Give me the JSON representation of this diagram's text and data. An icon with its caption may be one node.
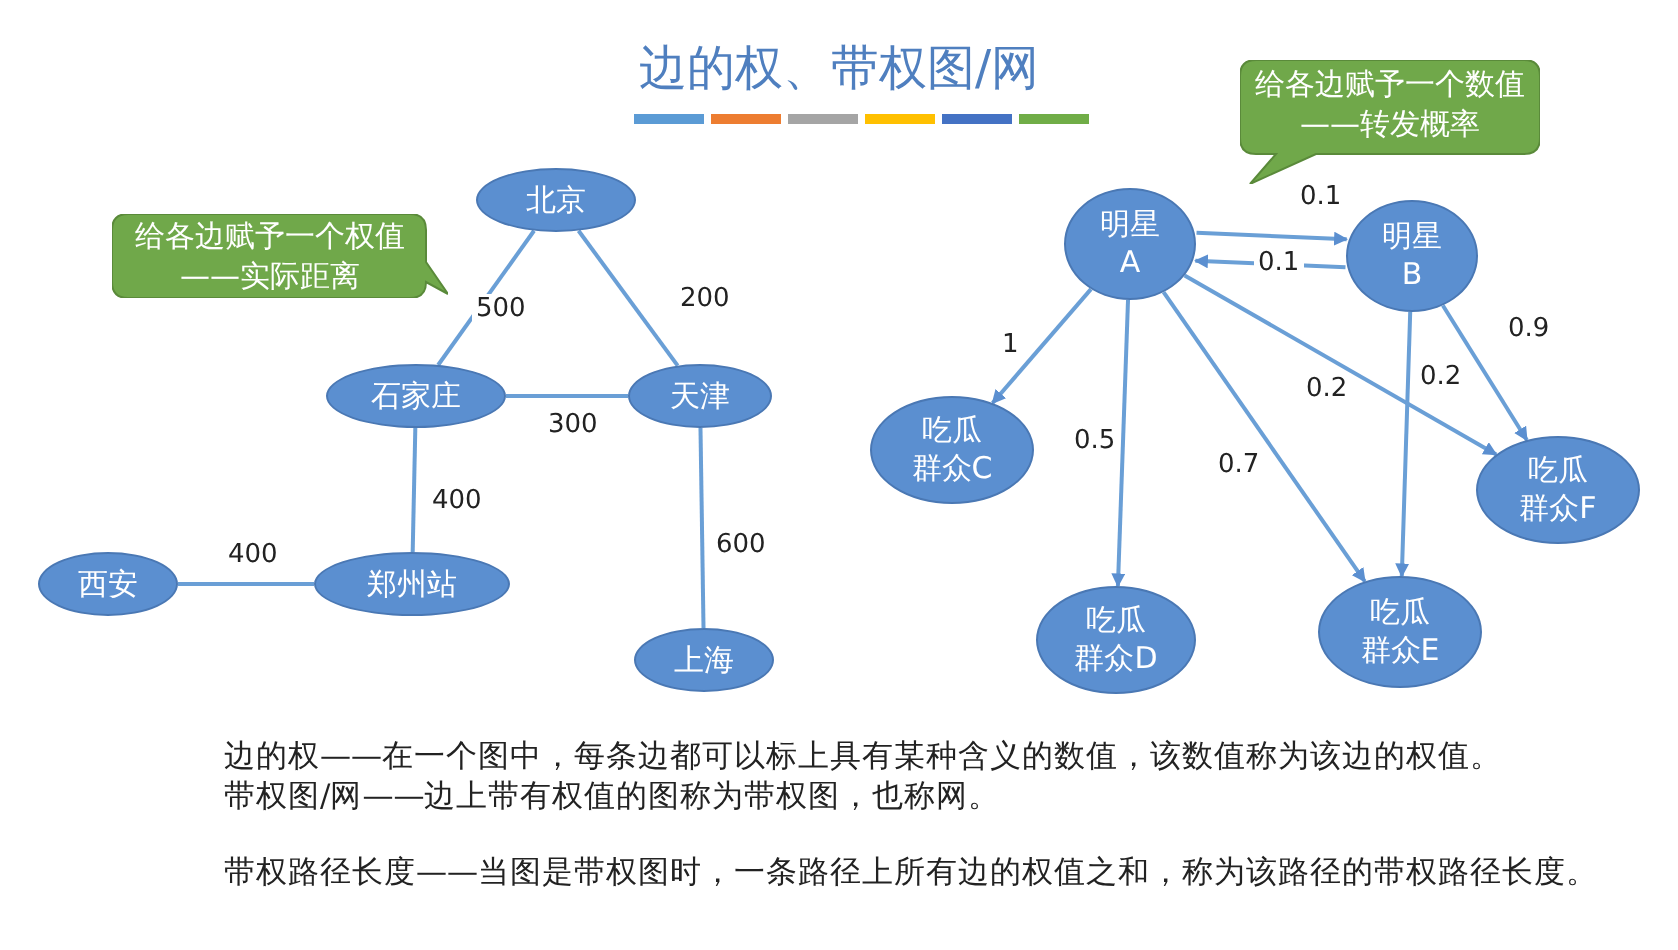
{
  "diagram": {
    "title": "边的权、带权图/网",
    "nodes": [
      {
        "text": [
          "给各边赋予一个权值——实际距离"
        ]
      },
      {
        "text": [
          "北京"
        ]
      },
      {
        "text": [
          "石家庄"
        ]
      },
      {
        "text": [
          "天津"
        ]
      },
      {
        "text": [
          "西安"
        ]
      },
      {
        "text": [
          "郑州站"
        ]
      },
      {
        "text": [
          "上海"
        ]
      },
      {
        "text": [
          "给各边赋予一个数值——转发概率"
        ]
      },
      {
        "text": [
          "明星A"
        ]
      },
      {
        "text": [
          "明星B"
        ]
      },
      {
        "text": [
          "吃瓜群众C"
        ]
      },
      {
        "text": [
          "吃瓜群众D"
        ]
      },
      {
        "text": [
          "吃瓜群众E"
        ]
      },
      {
        "text": [
          "吃瓜群众F"
        ]
      }
    ],
    "edges": [
      {
        "from": 1,
        "to": 2,
        "arrow": "none",
        "label": "500"
      },
      {
        "from": 1,
        "to": 3,
        "arrow": "none",
        "label": "200"
      },
      {
        "from": 2,
        "to": 3,
        "arrow": "none",
        "label": "300"
      },
      {
        "from": 2,
        "to": 5,
        "arrow": "none",
        "label": "400"
      },
      {
        "from": 4,
        "to": 5,
        "arrow": "none",
        "label": "400"
      },
      {
        "from": 3,
        "to": 6,
        "arrow": "none",
        "label": "600"
      },
      {
        "from": 8,
        "to": 9,
        "arrow": "to",
        "label": "0.1"
      },
      {
        "from": 9,
        "to": 8,
        "arrow": "to",
        "label": "0.1"
      },
      {
        "from": 8,
        "to": 10,
        "arrow": "to",
        "label": "1"
      },
      {
        "from": 8,
        "to": 11,
        "arrow": "to",
        "label": "0.5"
      },
      {
        "from": 8,
        "to": 12,
        "arrow": "to",
        "label": "0.7"
      },
      {
        "from": 8,
        "to": 13,
        "arrow": "to",
        "label": "0.2"
      },
      {
        "from": 9,
        "to": 12,
        "arrow": "to",
        "label": "0.2"
      },
      {
        "from": 9,
        "to": 13,
        "arrow": "to",
        "label": "0.9"
      }
    ],
    "labels": [
      "边的权——在一个图中，每条边都可以标上具有某种含义的数值，该数值称为该边的权值。",
      "带权图/网——边上带有权值的图称为带权图，也称网。",
      "带权路径长度——当图是带权图时，一条路径上所有边的权值之和，称为该路径的带权路径长度。"
    ]
  }
}
